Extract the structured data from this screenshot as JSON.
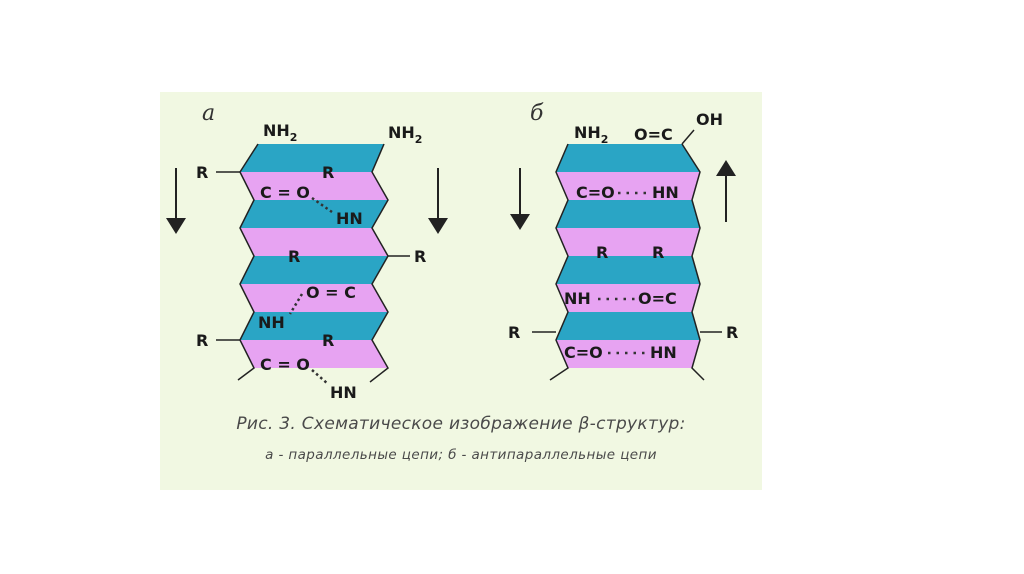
{
  "colors": {
    "background": "#f1f8e2",
    "band_blue": "#2aa5c5",
    "band_pink": "#e7a3f2",
    "outline": "#222222",
    "text": "#1a1a1a",
    "caption": "#4a4a4a"
  },
  "panel_a": {
    "label": "а",
    "direction_left": "down",
    "direction_right": "down",
    "labels": {
      "nh_top_left": "NH",
      "nh_top_left_sub": "2",
      "nh_top_right": "NH",
      "nh_top_right_sub": "2",
      "r1_left": "R",
      "r1_inner": "R",
      "co1": "C = O",
      "hn1": "HN",
      "r2_inner": "R",
      "r2_right": "R",
      "oc2": "O = C",
      "nh2": "NH",
      "r3_left": "R",
      "r3_inner": "R",
      "co3": "C = O",
      "hn3": "HN"
    }
  },
  "panel_b": {
    "label": "б",
    "direction_left": "down",
    "direction_right": "up",
    "labels": {
      "nh_top": "NH",
      "nh_top_sub": "2",
      "oc_top": "O=C",
      "oh": "OH",
      "co1": "C=O",
      "hn1": "HN",
      "r_mid_left": "R",
      "r_mid_right": "R",
      "nh2": "NH",
      "oc2": "O=C",
      "r_left": "R",
      "r_right": "R",
      "co3": "C=O",
      "hn3": "HN"
    }
  },
  "caption": {
    "line1": "Рис. 3. Схематическое изображение β-структур:",
    "line2": "а - параллельные цепи; б - антипараллельные цепи"
  }
}
